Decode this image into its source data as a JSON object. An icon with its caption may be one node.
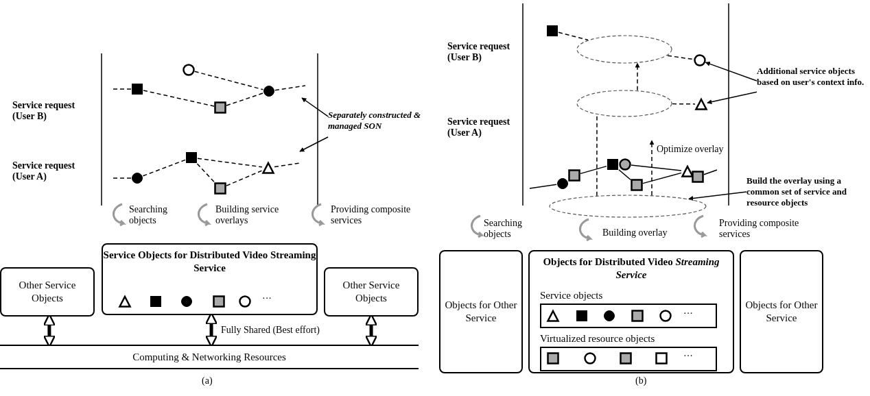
{
  "diagram": {
    "nodes": [
      {
        "text": [],
        "shape": "square"
      },
      {
        "text": [],
        "shape": "circle"
      },
      {
        "text": [],
        "shape": "square"
      },
      {
        "text": [],
        "shape": "circle"
      },
      {
        "text": [],
        "shape": "circle"
      },
      {
        "text": [],
        "shape": "square"
      },
      {
        "text": [],
        "shape": "square"
      },
      {
        "text": [],
        "shape": "triangle"
      },
      {
        "text": [
          "Separately constructed & managed SON"
        ]
      },
      {
        "text": [
          "Service Objects for Distributed Video Streaming Service"
        ]
      },
      {
        "text": [],
        "shape": "triangle",
        "in": 9
      },
      {
        "text": [],
        "shape": "square",
        "in": 9
      },
      {
        "text": [],
        "shape": "circle",
        "in": 9
      },
      {
        "text": [],
        "shape": "square",
        "in": 9
      },
      {
        "text": [],
        "shape": "circle",
        "in": 9
      },
      {
        "text": [
          "Other Service Objects"
        ]
      },
      {
        "text": [
          "Other Service Objects"
        ]
      },
      {
        "text": [
          "Computing & Networking Resources"
        ]
      },
      {
        "text": [],
        "shape": "square"
      },
      {
        "text": [],
        "shape": "ellipse"
      },
      {
        "text": [],
        "shape": "circle"
      },
      {
        "text": [],
        "shape": "ellipse"
      },
      {
        "text": [],
        "shape": "triangle"
      },
      {
        "text": [],
        "shape": "ellipse"
      },
      {
        "text": [],
        "shape": "circle"
      },
      {
        "text": [],
        "shape": "square"
      },
      {
        "text": [],
        "shape": "square"
      },
      {
        "text": [],
        "shape": "circle"
      },
      {
        "text": [],
        "shape": "square"
      },
      {
        "text": [],
        "shape": "triangle"
      },
      {
        "text": [],
        "shape": "square"
      },
      {
        "text": [
          "Additional service objects based on user's context info."
        ]
      },
      {
        "text": [
          "Build the overlay using a common set of service and resource objects"
        ]
      },
      {
        "text": [
          "Objects for Other Service"
        ]
      },
      {
        "text": [
          "Objects for Distributed Video *Streaming Service*"
        ]
      },
      {
        "text": [
          "Service objects"
        ],
        "in": 34
      },
      {
        "text": [],
        "shape": "triangle",
        "in": 35
      },
      {
        "text": [],
        "shape": "square",
        "in": 35
      },
      {
        "text": [],
        "shape": "circle",
        "in": 35
      },
      {
        "text": [],
        "shape": "square",
        "in": 35
      },
      {
        "text": [],
        "shape": "circle",
        "in": 35
      },
      {
        "text": [
          "Virtualized resource objects"
        ],
        "in": 34
      },
      {
        "text": [],
        "shape": "square",
        "in": 41
      },
      {
        "text": [],
        "shape": "circle",
        "in": 41
      },
      {
        "text": [],
        "shape": "square",
        "in": 41
      },
      {
        "text": [],
        "shape": "square",
        "in": 41
      },
      {
        "text": [
          "Objects for Other Service"
        ]
      }
    ],
    "edges": [
      {
        "from": null,
        "to": 0,
        "arrow": "none",
        "style": "dashed"
      },
      {
        "from": 0,
        "to": 2,
        "arrow": "none",
        "style": "dashed"
      },
      {
        "from": 2,
        "to": 3,
        "arrow": "none",
        "style": "dashed"
      },
      {
        "from": 1,
        "to": 3,
        "arrow": "none",
        "style": "dashed"
      },
      {
        "from": 3,
        "to": null,
        "arrow": "none",
        "style": "dashed"
      },
      {
        "from": null,
        "to": 4,
        "arrow": "none",
        "style": "dashed"
      },
      {
        "from": 4,
        "to": 5,
        "arrow": "none",
        "style": "dashed"
      },
      {
        "from": 5,
        "to": 7,
        "arrow": "none",
        "style": "dashed"
      },
      {
        "from": 5,
        "to": 6,
        "arrow": "none",
        "style": "dashed"
      },
      {
        "from": 6,
        "to": 7,
        "arrow": "none",
        "style": "dashed"
      },
      {
        "from": 7,
        "to": null,
        "arrow": "none",
        "style": "dashed"
      },
      {
        "from": 8,
        "to": null,
        "arrow": "to"
      },
      {
        "from": 8,
        "to": null,
        "arrow": "to"
      },
      {
        "from": 15,
        "to": 17,
        "arrow": "both",
        "style": "thick"
      },
      {
        "from": 9,
        "to": 17,
        "arrow": "both",
        "style": "thick",
        "label": "Fully Shared (Best effort)"
      },
      {
        "from": 16,
        "to": 17,
        "arrow": "both",
        "style": "thick"
      },
      {
        "from": 18,
        "to": 19,
        "arrow": "none",
        "style": "dashed"
      },
      {
        "from": 19,
        "to": 20,
        "arrow": "none",
        "style": "dashed"
      },
      {
        "from": 21,
        "to": 22,
        "arrow": "none",
        "style": "dashed"
      },
      {
        "from": 23,
        "to": 21,
        "arrow": "none",
        "style": "dashed"
      },
      {
        "from": 23,
        "to": null,
        "arrow": "to",
        "style": "dashed",
        "label": "Optimize overlay"
      },
      {
        "from": 21,
        "to": 19,
        "arrow": "to",
        "style": "dashed"
      },
      {
        "from": 31,
        "to": 20,
        "arrow": "to"
      },
      {
        "from": 31,
        "to": 22,
        "arrow": "to"
      },
      {
        "from": 32,
        "to": 23,
        "arrow": "to"
      },
      {
        "from": null,
        "to": 24,
        "arrow": "none"
      },
      {
        "from": 25,
        "to": 26,
        "arrow": "none"
      },
      {
        "from": 26,
        "to": 28,
        "arrow": "none"
      },
      {
        "from": 27,
        "to": 29,
        "arrow": "none"
      },
      {
        "from": 28,
        "to": 29,
        "arrow": "none"
      },
      {
        "from": 30,
        "to": null,
        "arrow": "none"
      }
    ],
    "labels": [
      "Service request (User B)",
      "Service request (User A)",
      "Searching objects",
      "Building service overlays",
      "Providing composite services",
      "···",
      "(a)",
      "Service request (User B)",
      "Service request (User A)",
      "Searching objects",
      "Building overlay",
      "Providing composite services",
      "···",
      "···",
      "(b)"
    ]
  }
}
